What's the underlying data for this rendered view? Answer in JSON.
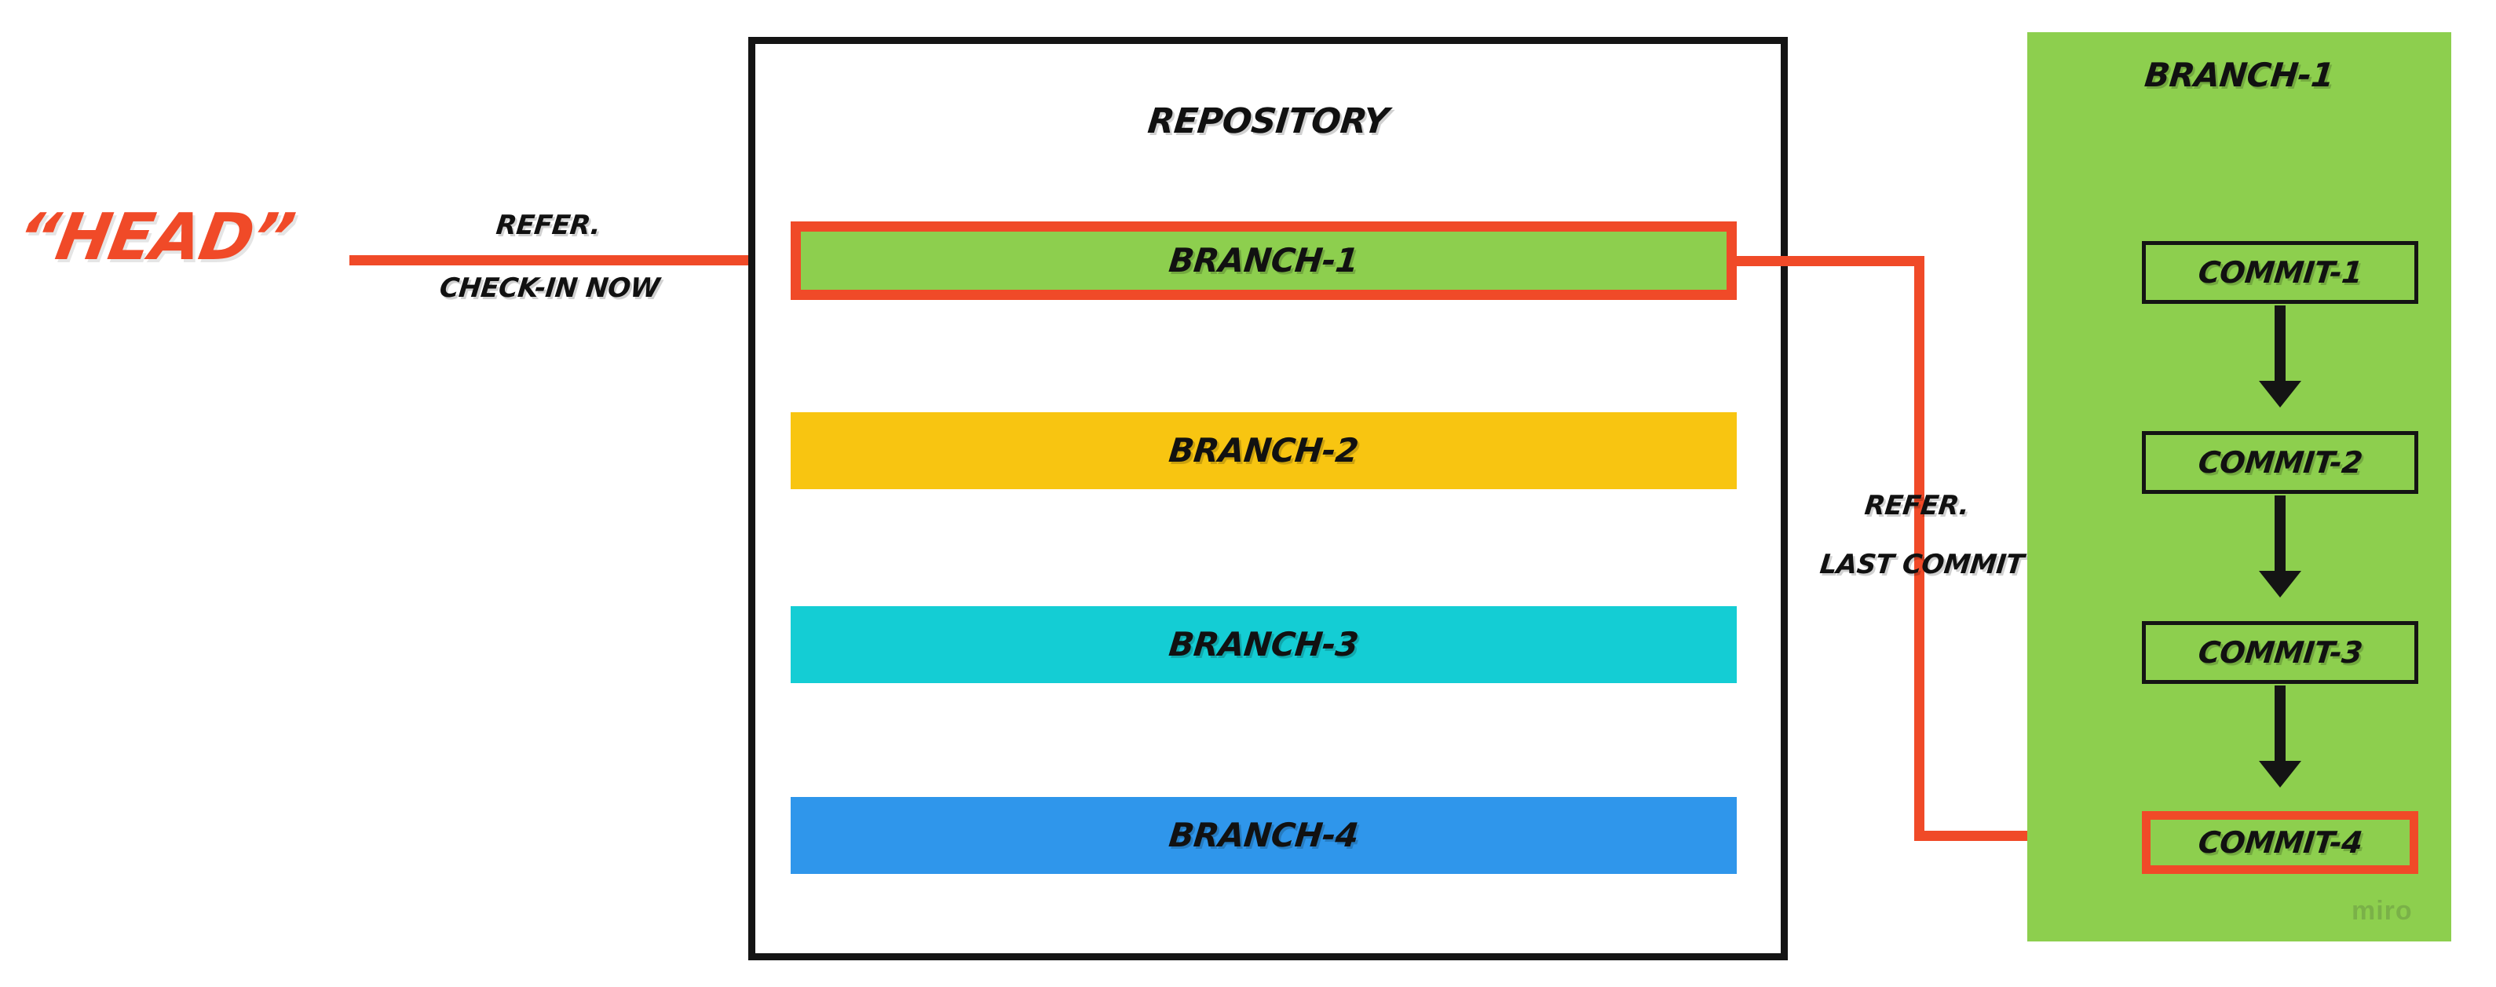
{
  "diagram": {
    "title": "Git HEAD / Repository / Branch diagram",
    "colors": {
      "red": "#F04A28",
      "green": "#8DCF4E",
      "yellow": "#F8C511",
      "cyan": "#14CDD4",
      "blue": "#2F96EB",
      "black": "#141414",
      "white": "#FFFFFF"
    }
  },
  "head": {
    "label": "“HEAD”"
  },
  "head_arrow": {
    "label_line1": "REFER.",
    "label_line2": "CHECK-IN NOW",
    "icon": "arrow-right-icon"
  },
  "repository": {
    "title": "REPOSITORY",
    "branches": [
      {
        "label": "BRANCH-1",
        "color": "#8DCF4E",
        "highlighted": true
      },
      {
        "label": "BRANCH-2",
        "color": "#F8C511",
        "highlighted": false
      },
      {
        "label": "BRANCH-3",
        "color": "#14CDD4",
        "highlighted": false
      },
      {
        "label": "BRANCH-4",
        "color": "#2F96EB",
        "highlighted": false
      }
    ]
  },
  "branch_panel": {
    "title": "BRANCH-1",
    "commits": [
      {
        "label": "COMMIT-1",
        "highlighted": false
      },
      {
        "label": "COMMIT-2",
        "highlighted": false
      },
      {
        "label": "COMMIT-3",
        "highlighted": false
      },
      {
        "label": "COMMIT-4",
        "highlighted": true
      }
    ],
    "connector_icons": [
      "arrow-down-icon",
      "arrow-down-icon",
      "arrow-down-icon"
    ]
  },
  "connector": {
    "label_line1": "REFER.",
    "label_line2": "LAST COMMIT",
    "icon": "arrow-right-icon"
  },
  "watermark": {
    "text": "miro"
  }
}
